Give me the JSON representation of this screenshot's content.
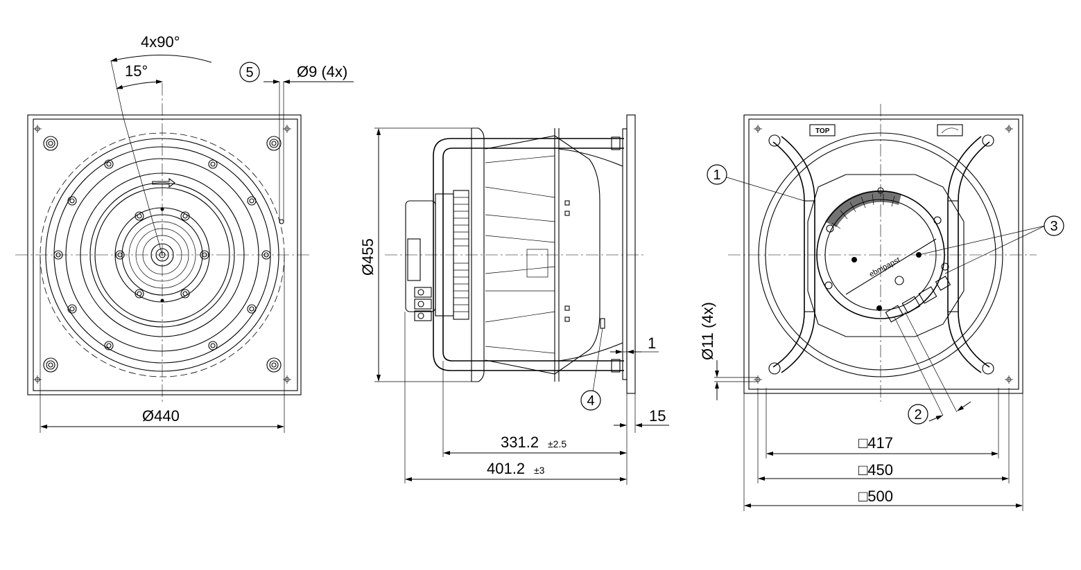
{
  "views": {
    "front": {
      "angle_pattern": "4x90°",
      "angle_offset": "15°",
      "hole_dim": "Ø9 (4x)",
      "impeller_dia": "Ø440",
      "callout": "5"
    },
    "side": {
      "outer_dia": "Ø455",
      "gap": "1",
      "flange": "15",
      "length_inner": "331.2",
      "length_inner_tol": "±2.5",
      "length_total": "401.2",
      "length_total_tol": "±3",
      "callout": "4"
    },
    "rear": {
      "hole_dim": "Ø11 (4x)",
      "square_1": "417",
      "square_2": "450",
      "square_3": "500",
      "square_symbol": "□",
      "label_top": "TOP",
      "brand": "ebmpapst",
      "callout_1": "1",
      "callout_2": "2",
      "callout_3": "3"
    }
  }
}
